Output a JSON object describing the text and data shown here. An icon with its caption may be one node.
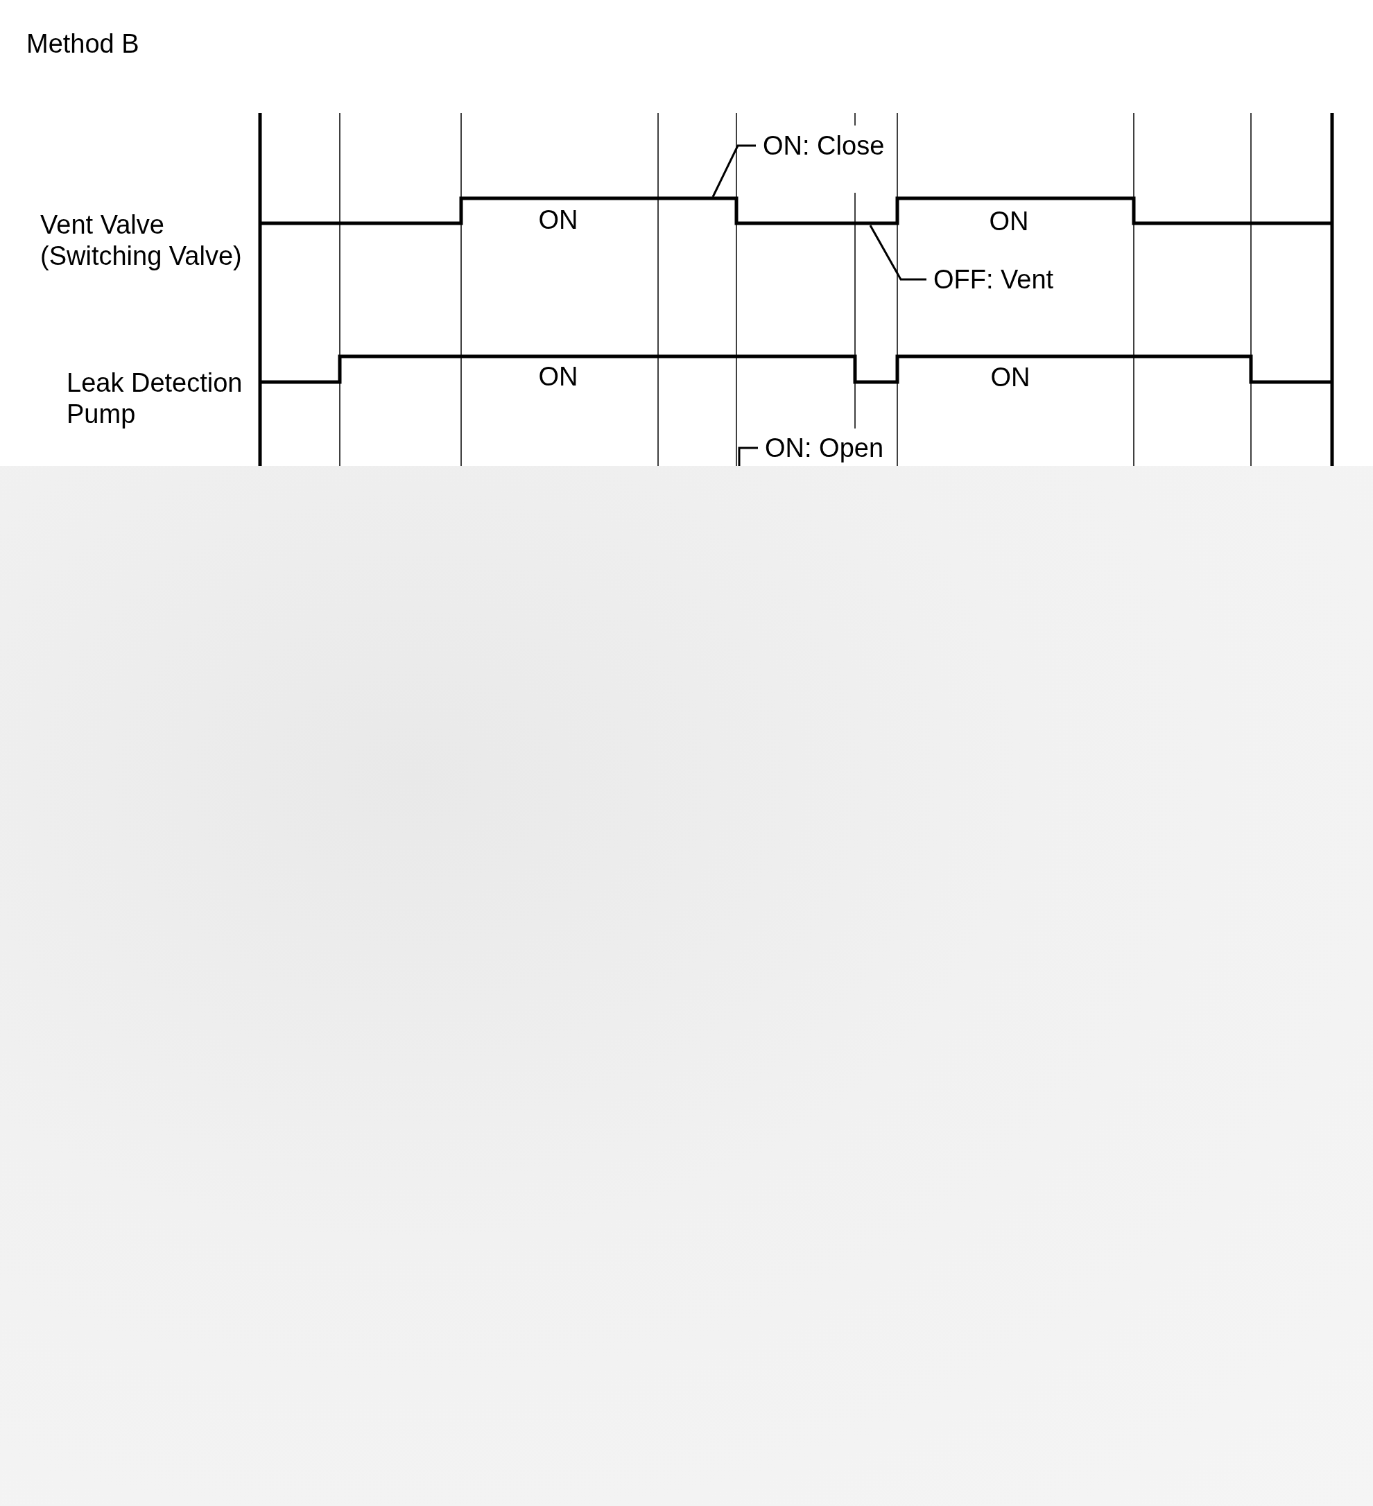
{
  "diagram": {
    "title": "Method B",
    "nodes": [
      {
        "text": [
          "ON: Close"
        ]
      },
      {
        "text": [
          "OFF: Vent"
        ]
      },
      {
        "text": [
          "ON: Open"
        ]
      }
    ],
    "edges": [
      {
        "from": 0,
        "to": null,
        "arrow": "none"
      },
      {
        "from": 1,
        "to": null,
        "arrow": "none"
      },
      {
        "from": 2,
        "to": null,
        "arrow": "none"
      }
    ],
    "labels": [
      "Vent Valve (Switching Valve)",
      "ON",
      "ON",
      "Leak Detection Pump",
      "ON",
      "ON"
    ]
  }
}
